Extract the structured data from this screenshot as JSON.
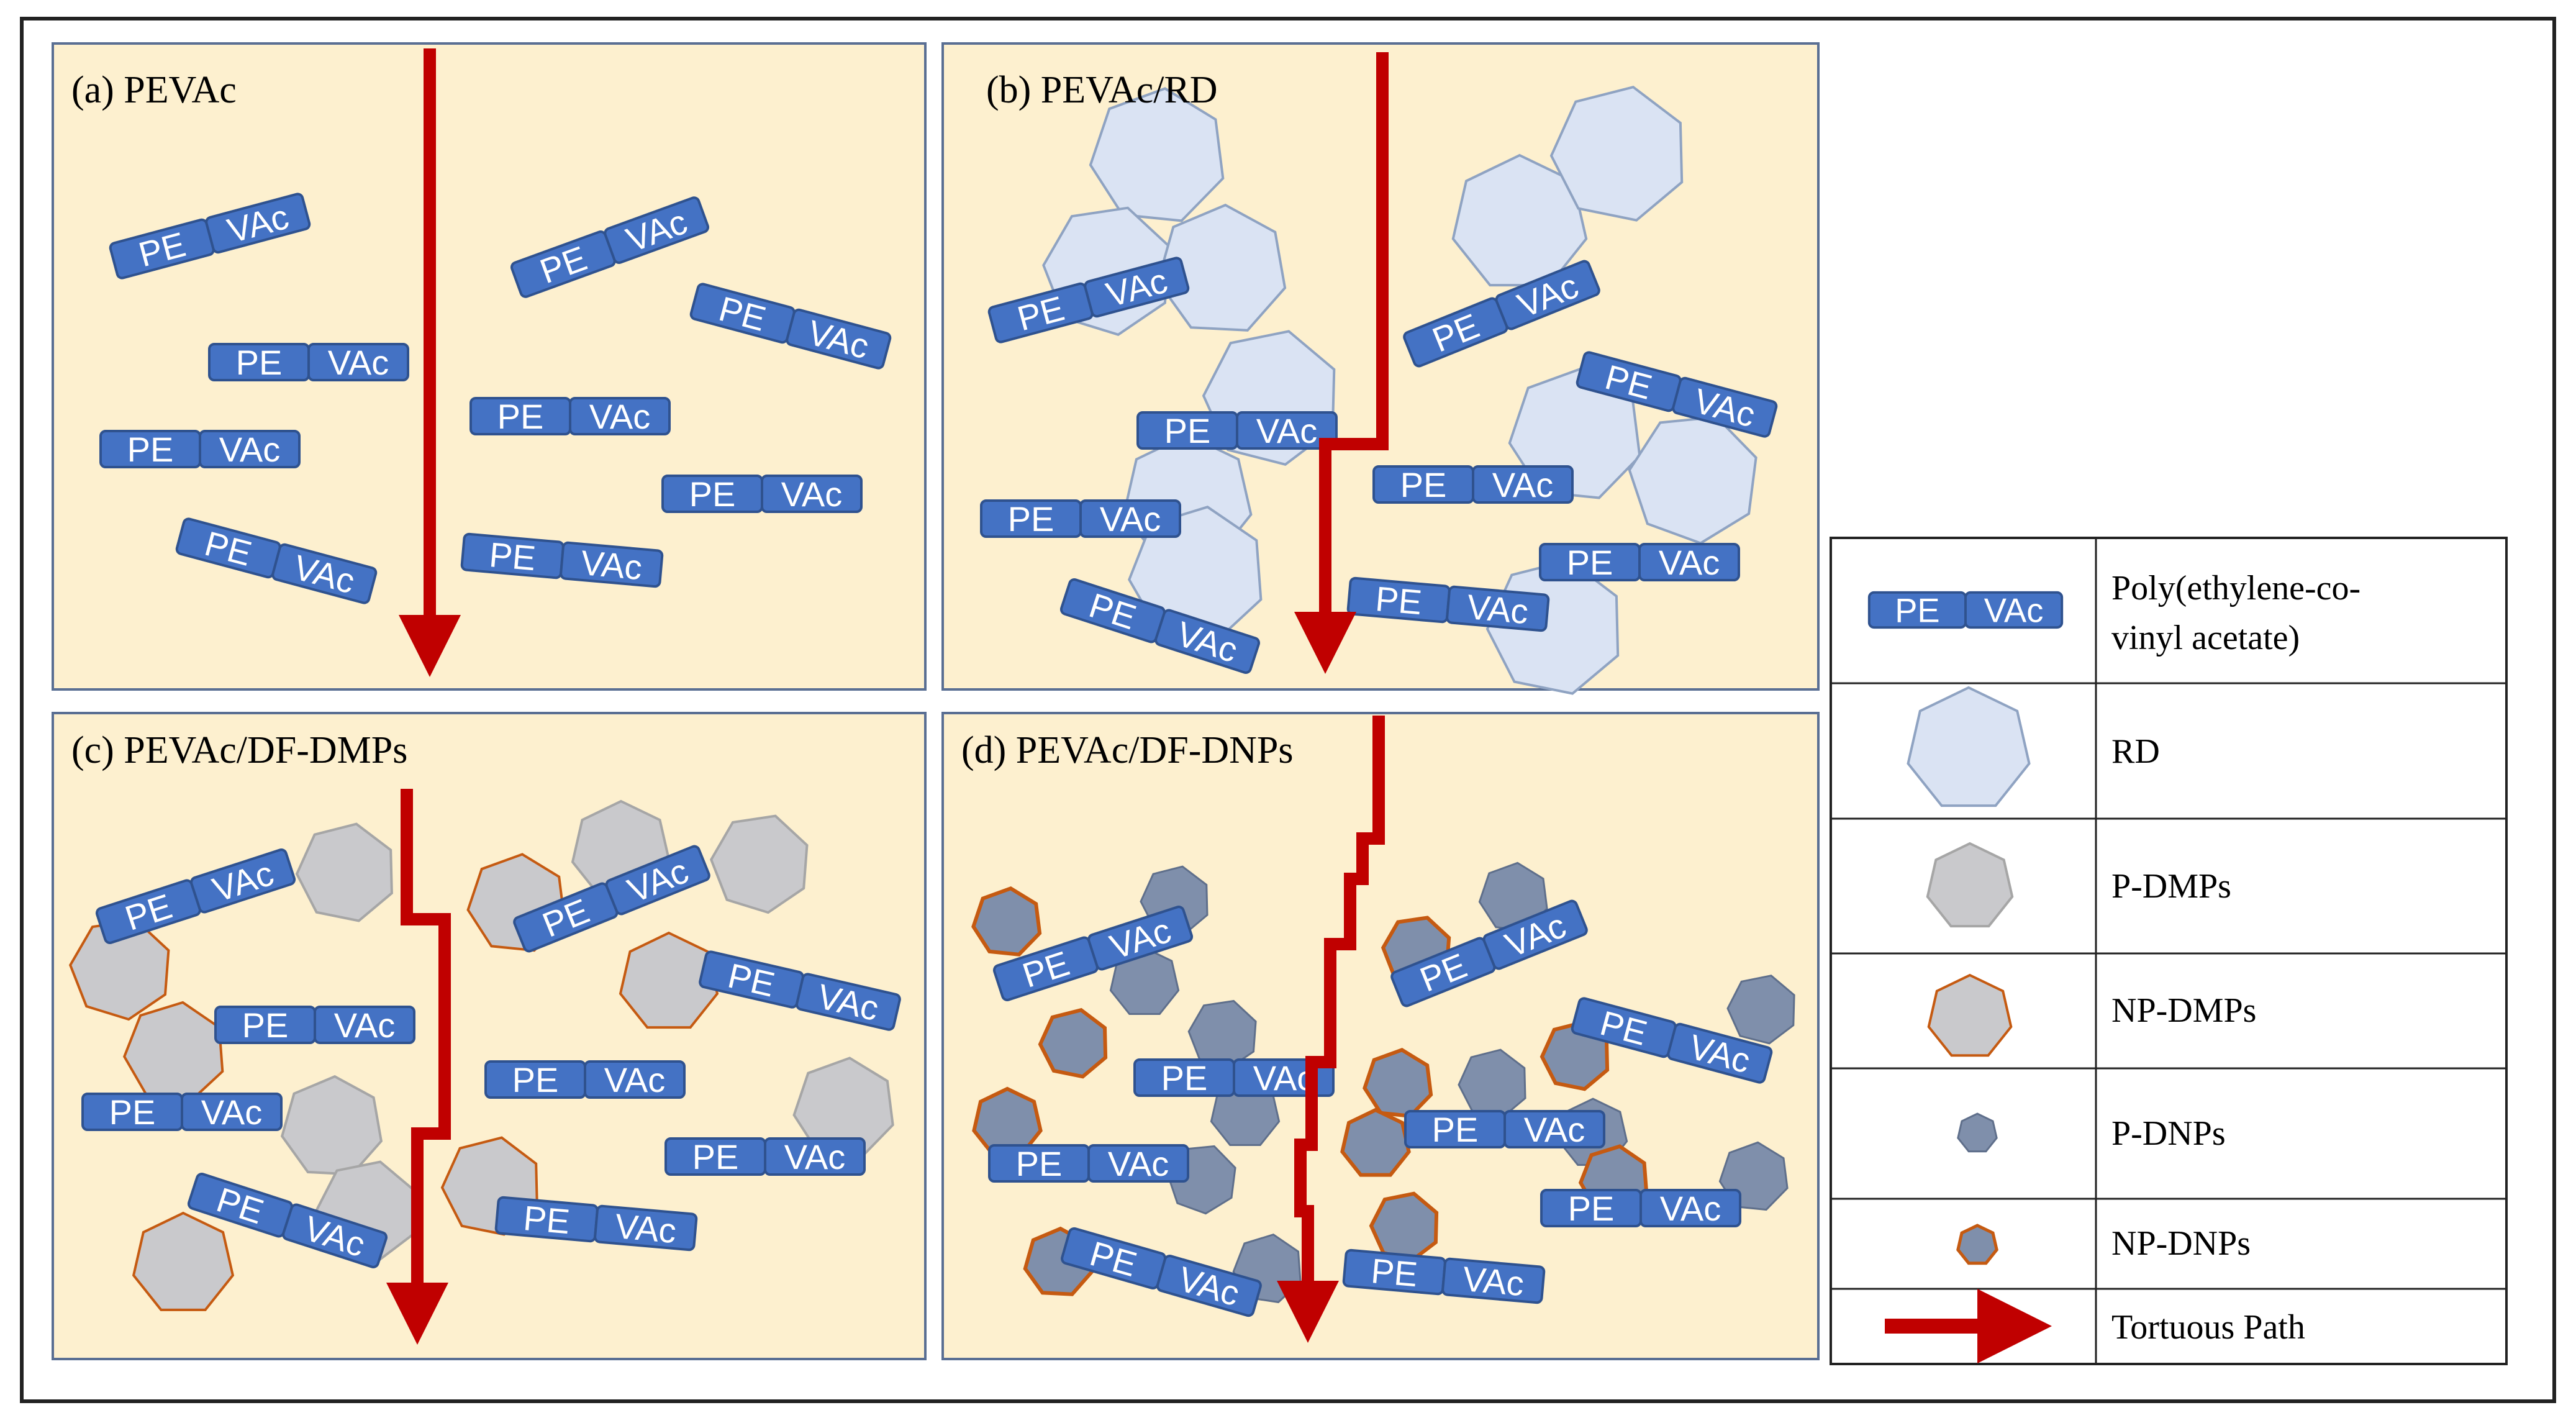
{
  "colors": {
    "panel_fill": "#fdf0cf",
    "panel_border": "#5a6f93",
    "copolymer_fill": "#4472c4",
    "copolymer_border": "#2f528f",
    "rd_fill": "#dae3f3",
    "rd_stroke": "#8fa3c2",
    "pdmp_fill": "#c9c9cc",
    "pdmp_stroke": "#a6a6a6",
    "npdmp_stroke": "#c55a11",
    "pdnp_fill": "#7f8fab",
    "npdnp_fill": "#7f8fab",
    "npdnp_stroke": "#c55a11",
    "path_arrow": "#c00000"
  },
  "copolymer_labels": {
    "left": "PE",
    "right": "VAc"
  },
  "panels": {
    "a": {
      "label": "(a) PEVAc"
    },
    "b": {
      "label": "(b) PEVAc/RD"
    },
    "c": {
      "label": "(c) PEVAc/DF-DMPs"
    },
    "d": {
      "label": "(d) PEVAc/DF-DNPs"
    }
  },
  "legend": {
    "copolymer_line1": "Poly(ethylene-co-",
    "copolymer_line2": "vinyl  acetate)",
    "rd": "RD",
    "pdmp": "P-DMPs",
    "npdmp": "NP-DMPs",
    "pdnp": "P-DNPs",
    "npdnp": "NP-DNPs",
    "path": "Tortuous Path"
  }
}
